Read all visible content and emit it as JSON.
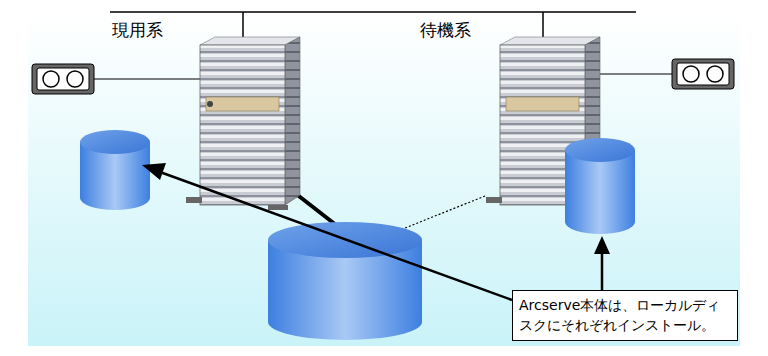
{
  "diagram": {
    "nodes": [
      {
        "text": [
          "Arcserve本体は、ローカルディスクにそれぞれインストール。"
        ]
      }
    ],
    "labels": [
      "現用系",
      "待機系"
    ]
  }
}
